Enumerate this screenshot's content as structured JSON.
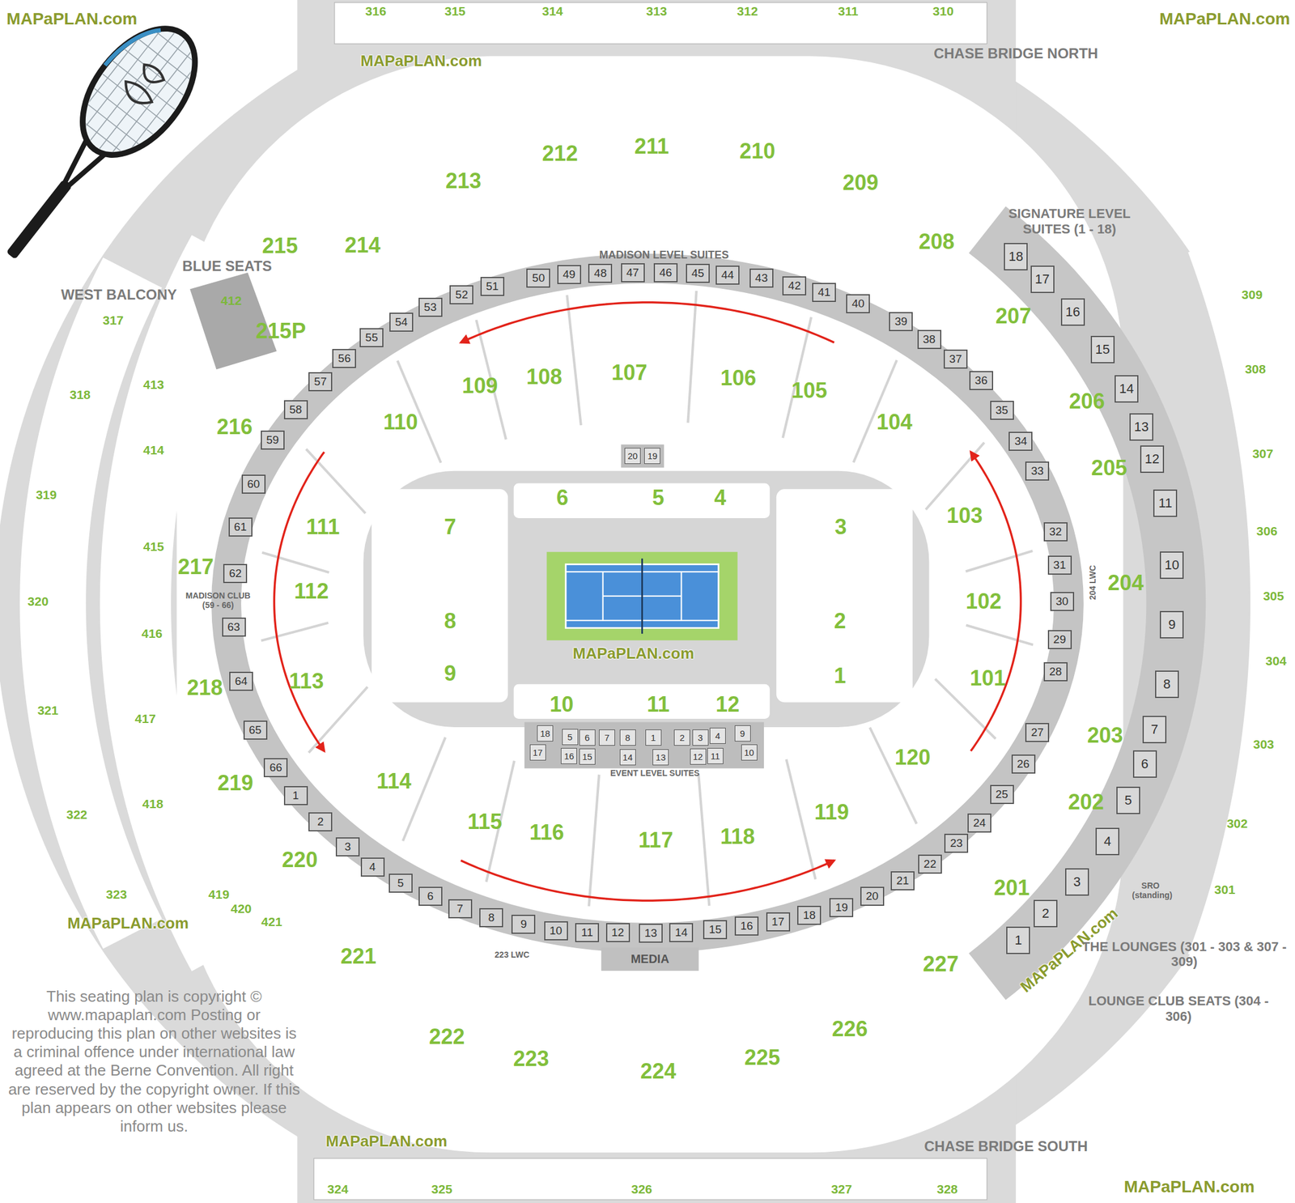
{
  "diagram": {
    "nodes": [
      {
        "text": [
          "316"
        ]
      },
      {
        "text": [
          "315"
        ]
      },
      {
        "text": [
          "314"
        ]
      },
      {
        "text": [
          "313"
        ]
      },
      {
        "text": [
          "312"
        ]
      },
      {
        "text": [
          "311"
        ]
      },
      {
        "text": [
          "310"
        ]
      },
      {
        "text": [
          "215"
        ]
      },
      {
        "text": [
          "214"
        ]
      },
      {
        "text": [
          "213"
        ]
      },
      {
        "text": [
          "212"
        ]
      },
      {
        "text": [
          "211"
        ]
      },
      {
        "text": [
          "210"
        ]
      },
      {
        "text": [
          "209"
        ]
      },
      {
        "text": [
          "208"
        ]
      },
      {
        "text": [
          "317"
        ]
      },
      {
        "text": [
          "318"
        ]
      },
      {
        "text": [
          "319"
        ]
      },
      {
        "text": [
          "320"
        ]
      },
      {
        "text": [
          "321"
        ]
      },
      {
        "text": [
          "322"
        ]
      },
      {
        "text": [
          "323"
        ]
      },
      {
        "text": [
          "412"
        ]
      },
      {
        "text": [
          "413"
        ]
      },
      {
        "text": [
          "414"
        ]
      },
      {
        "text": [
          "415"
        ]
      },
      {
        "text": [
          "416"
        ]
      },
      {
        "text": [
          "417"
        ]
      },
      {
        "text": [
          "418"
        ]
      },
      {
        "text": [
          "419"
        ]
      },
      {
        "text": [
          "420"
        ]
      },
      {
        "text": [
          "421"
        ]
      },
      {
        "text": [
          "215P"
        ]
      },
      {
        "text": [
          "216"
        ]
      },
      {
        "text": [
          "217"
        ]
      },
      {
        "text": [
          "218"
        ]
      },
      {
        "text": [
          "219"
        ]
      },
      {
        "text": [
          "220"
        ]
      },
      {
        "text": [
          "50"
        ]
      },
      {
        "text": [
          "49"
        ]
      },
      {
        "text": [
          "48"
        ]
      },
      {
        "text": [
          "47"
        ]
      },
      {
        "text": [
          "46"
        ]
      },
      {
        "text": [
          "45"
        ]
      },
      {
        "text": [
          "44"
        ]
      },
      {
        "text": [
          "43"
        ]
      },
      {
        "text": [
          "42"
        ]
      },
      {
        "text": [
          "41"
        ]
      },
      {
        "text": [
          "40"
        ]
      },
      {
        "text": [
          "51"
        ]
      },
      {
        "text": [
          "52"
        ]
      },
      {
        "text": [
          "53"
        ]
      },
      {
        "text": [
          "54"
        ]
      },
      {
        "text": [
          "55"
        ]
      },
      {
        "text": [
          "56"
        ]
      },
      {
        "text": [
          "57"
        ]
      },
      {
        "text": [
          "58"
        ]
      },
      {
        "text": [
          "39"
        ]
      },
      {
        "text": [
          "38"
        ]
      },
      {
        "text": [
          "37"
        ]
      },
      {
        "text": [
          "36"
        ]
      },
      {
        "text": [
          "35"
        ]
      },
      {
        "text": [
          "34"
        ]
      },
      {
        "text": [
          "33"
        ]
      },
      {
        "text": [
          "110"
        ]
      },
      {
        "text": [
          "109"
        ]
      },
      {
        "text": [
          "108"
        ]
      },
      {
        "text": [
          "107"
        ]
      },
      {
        "text": [
          "106"
        ]
      },
      {
        "text": [
          "105"
        ]
      },
      {
        "text": [
          "104"
        ]
      },
      {
        "text": [
          "59"
        ]
      },
      {
        "text": [
          "60"
        ]
      },
      {
        "text": [
          "61"
        ]
      },
      {
        "text": [
          "62"
        ]
      },
      {
        "text": [
          "63"
        ]
      },
      {
        "text": [
          "64"
        ]
      },
      {
        "text": [
          "65"
        ]
      },
      {
        "text": [
          "66"
        ]
      },
      {
        "text": [
          "20"
        ]
      },
      {
        "text": [
          "19"
        ]
      },
      {
        "text": [
          "6"
        ]
      },
      {
        "text": [
          "5"
        ]
      },
      {
        "text": [
          "4"
        ]
      },
      {
        "text": [
          "7"
        ]
      },
      {
        "text": [
          "3"
        ]
      },
      {
        "text": [
          "8"
        ]
      },
      {
        "text": [
          "2"
        ]
      },
      {
        "text": [
          "9"
        ]
      },
      {
        "text": [
          "1"
        ]
      },
      {
        "text": [
          "10"
        ]
      },
      {
        "text": [
          "11"
        ]
      },
      {
        "text": [
          "12"
        ]
      },
      {
        "text": [
          "111"
        ]
      },
      {
        "text": [
          "112"
        ]
      },
      {
        "text": [
          "113"
        ]
      },
      {
        "text": [
          "103"
        ]
      },
      {
        "text": [
          "102"
        ]
      },
      {
        "text": [
          "101"
        ]
      },
      {
        "text": [
          "32"
        ]
      },
      {
        "text": [
          "31"
        ]
      },
      {
        "text": [
          "30"
        ]
      },
      {
        "text": [
          "29"
        ]
      },
      {
        "text": [
          "28"
        ]
      },
      {
        "text": [
          "207"
        ]
      },
      {
        "text": [
          "206"
        ]
      },
      {
        "text": [
          "205"
        ]
      },
      {
        "text": [
          "204"
        ]
      },
      {
        "text": [
          "203"
        ]
      },
      {
        "text": [
          "202"
        ]
      },
      {
        "text": [
          "201"
        ]
      },
      {
        "text": [
          "18"
        ]
      },
      {
        "text": [
          "17"
        ]
      },
      {
        "text": [
          "16"
        ]
      },
      {
        "text": [
          "15"
        ]
      },
      {
        "text": [
          "14"
        ]
      },
      {
        "text": [
          "13"
        ]
      },
      {
        "text": [
          "12"
        ]
      },
      {
        "text": [
          "11"
        ]
      },
      {
        "text": [
          "10"
        ]
      },
      {
        "text": [
          "9"
        ]
      },
      {
        "text": [
          "8"
        ]
      },
      {
        "text": [
          "7"
        ]
      },
      {
        "text": [
          "6"
        ]
      },
      {
        "text": [
          "5"
        ]
      },
      {
        "text": [
          "4"
        ]
      },
      {
        "text": [
          "3"
        ]
      },
      {
        "text": [
          "2"
        ]
      },
      {
        "text": [
          "1"
        ]
      },
      {
        "text": [
          "309"
        ]
      },
      {
        "text": [
          "308"
        ]
      },
      {
        "text": [
          "307"
        ]
      },
      {
        "text": [
          "306"
        ]
      },
      {
        "text": [
          "305"
        ]
      },
      {
        "text": [
          "304"
        ]
      },
      {
        "text": [
          "303"
        ]
      },
      {
        "text": [
          "302"
        ]
      },
      {
        "text": [
          "301"
        ]
      },
      {
        "text": [
          "18"
        ]
      },
      {
        "text": [
          "5"
        ]
      },
      {
        "text": [
          "6"
        ]
      },
      {
        "text": [
          "7"
        ]
      },
      {
        "text": [
          "8"
        ]
      },
      {
        "text": [
          "1"
        ]
      },
      {
        "text": [
          "2"
        ]
      },
      {
        "text": [
          "3"
        ]
      },
      {
        "text": [
          "4"
        ]
      },
      {
        "text": [
          "9"
        ]
      },
      {
        "text": [
          "17"
        ]
      },
      {
        "text": [
          "16"
        ]
      },
      {
        "text": [
          "15"
        ]
      },
      {
        "text": [
          "14"
        ]
      },
      {
        "text": [
          "13"
        ]
      },
      {
        "text": [
          "12"
        ]
      },
      {
        "text": [
          "11"
        ]
      },
      {
        "text": [
          "10"
        ]
      },
      {
        "text": [
          "114"
        ]
      },
      {
        "text": [
          "115"
        ]
      },
      {
        "text": [
          "116"
        ]
      },
      {
        "text": [
          "117"
        ]
      },
      {
        "text": [
          "118"
        ]
      },
      {
        "text": [
          "119"
        ]
      },
      {
        "text": [
          "120"
        ]
      },
      {
        "text": [
          "1"
        ]
      },
      {
        "text": [
          "2"
        ]
      },
      {
        "text": [
          "3"
        ]
      },
      {
        "text": [
          "4"
        ]
      },
      {
        "text": [
          "5"
        ]
      },
      {
        "text": [
          "6"
        ]
      },
      {
        "text": [
          "7"
        ]
      },
      {
        "text": [
          "8"
        ]
      },
      {
        "text": [
          "9"
        ]
      },
      {
        "text": [
          "10"
        ]
      },
      {
        "text": [
          "11"
        ]
      },
      {
        "text": [
          "12"
        ]
      },
      {
        "text": [
          "13"
        ]
      },
      {
        "text": [
          "14"
        ]
      },
      {
        "text": [
          "15"
        ]
      },
      {
        "text": [
          "16"
        ]
      },
      {
        "text": [
          "17"
        ]
      },
      {
        "text": [
          "18"
        ]
      },
      {
        "text": [
          "19"
        ]
      },
      {
        "text": [
          "20"
        ]
      },
      {
        "text": [
          "21"
        ]
      },
      {
        "text": [
          "22"
        ]
      },
      {
        "text": [
          "23"
        ]
      },
      {
        "text": [
          "24"
        ]
      },
      {
        "text": [
          "25"
        ]
      },
      {
        "text": [
          "26"
        ]
      },
      {
        "text": [
          "27"
        ]
      },
      {
        "text": [
          "221"
        ]
      },
      {
        "text": [
          "222"
        ]
      },
      {
        "text": [
          "223"
        ]
      },
      {
        "text": [
          "224"
        ]
      },
      {
        "text": [
          "225"
        ]
      },
      {
        "text": [
          "226"
        ]
      },
      {
        "text": [
          "227"
        ]
      },
      {
        "text": [
          "324"
        ]
      },
      {
        "text": [
          "325"
        ]
      },
      {
        "text": [
          "326"
        ]
      },
      {
        "text": [
          "327"
        ]
      },
      {
        "text": [
          "328"
        ]
      }
    ],
    "labels": [
      "MAPaPLAN.com",
      "MAPaPLAN.com",
      "MAPaPLAN.com",
      "CHASE BRIDGE NORTH",
      "SIGNATURE LEVEL SUITES (1 - 18)",
      "BLUE SEATS",
      "WEST BALCONY",
      "MADISON LEVEL SUITES",
      "MADISON CLUB (59 - 66)",
      "MAPaPLAN.com",
      "EVENT LEVEL SUITES",
      "204 LWC",
      "223 LWC",
      "MEDIA",
      "MAPaPLAN.com",
      "MAPaPLAN.com",
      "THE LOUNGES (301 - 303 & 307 - 309)",
      "LOUNGE CLUB SEATS (304 - 306)",
      "This seating plan is copyright © www.mapaplan.com Posting or reproducing this plan on other websites is a criminal offence under international law agreed at the Berne Convention. All right are reserved by the copyright owner. If this plan appears on other websites please inform us.",
      "MAPaPLAN.com",
      "CHASE BRIDGE SOUTH",
      "MAPaPLAN.com",
      "SRO (standing)"
    ]
  }
}
